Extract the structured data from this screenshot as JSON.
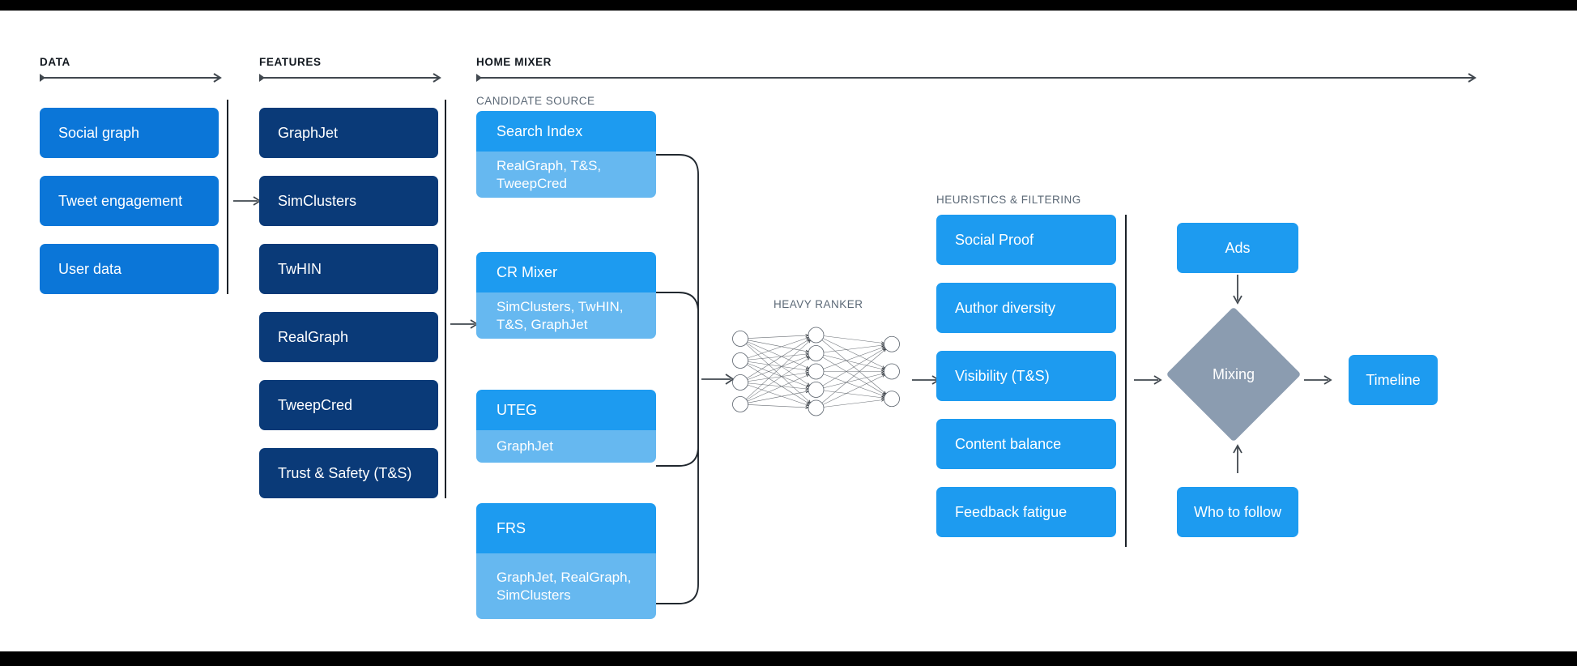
{
  "sections": [
    {
      "id": "data",
      "label": "DATA"
    },
    {
      "id": "features",
      "label": "FEATURES"
    },
    {
      "id": "mixer",
      "label": "HOME MIXER"
    }
  ],
  "sub_labels": {
    "candidate_source": "CANDIDATE SOURCE",
    "heuristics": "HEURISTICS & FILTERING",
    "heavy_ranker": "HEAVY RANKER"
  },
  "data_column": {
    "items": [
      {
        "label": "Social graph"
      },
      {
        "label": "Tweet engagement"
      },
      {
        "label": "User data"
      }
    ]
  },
  "features_column": {
    "items": [
      {
        "label": "GraphJet"
      },
      {
        "label": "SimClusters"
      },
      {
        "label": "TwHIN"
      },
      {
        "label": "RealGraph"
      },
      {
        "label": "TweepCred"
      },
      {
        "label": "Trust & Safety (T&S)"
      }
    ]
  },
  "candidate_sources": [
    {
      "title": "Search Index",
      "features": "RealGraph, T&S,\nTweepCred"
    },
    {
      "title": "CR Mixer",
      "features": "SimClusters, TwHIN,\nT&S, GraphJet"
    },
    {
      "title": "UTEG",
      "features": "GraphJet"
    },
    {
      "title": "FRS",
      "features": "GraphJet, RealGraph,\nSimClusters"
    }
  ],
  "heavy_ranker": {
    "layers": [
      4,
      5,
      3
    ]
  },
  "heuristics": {
    "items": [
      {
        "label": "Social Proof"
      },
      {
        "label": "Author diversity"
      },
      {
        "label": "Visibility (T&S)"
      },
      {
        "label": "Content balance"
      },
      {
        "label": "Feedback fatigue"
      }
    ]
  },
  "output_stage": {
    "ads": "Ads",
    "mixing": "Mixing",
    "who_to_follow": "Who to follow",
    "timeline": "Timeline"
  },
  "colors": {
    "data_blue": "#0b76d8",
    "feature_navy": "#0a3a78",
    "candidate_head": "#1d9bf0",
    "candidate_body": "#66b8f0",
    "heuristic_blue": "#1d9bf0",
    "mixing_gray": "#8b9cb0",
    "label_gray": "#5b6876",
    "line_dark": "#1b2128",
    "background": "#ffffff"
  }
}
